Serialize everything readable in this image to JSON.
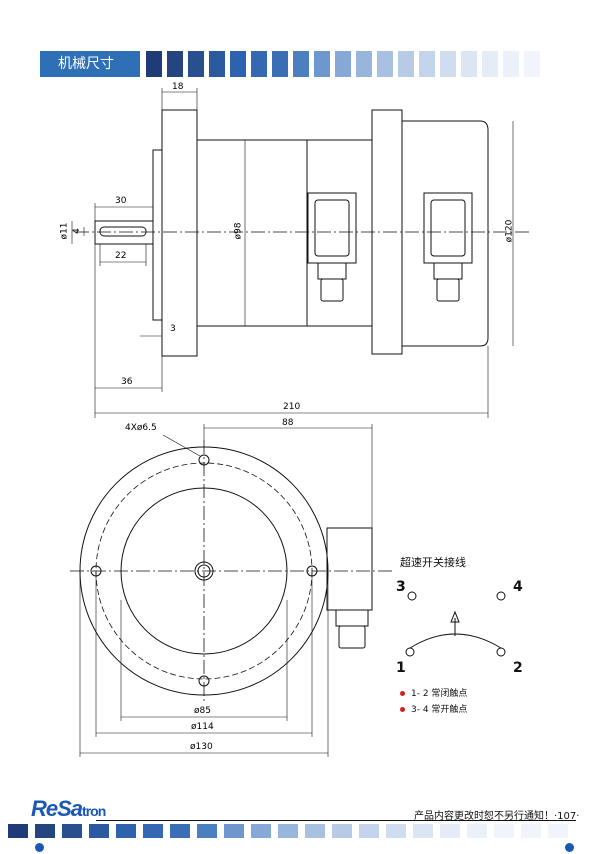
{
  "header": {
    "section_title": "机械尺寸"
  },
  "side_view": {
    "dims": {
      "flange_thickness": "18",
      "shaft_keyway": "30",
      "shaft_diameter": "ø11",
      "key_width": "4",
      "key_length": "22",
      "body_diameter": "ø98",
      "cover_diameter": "ø120",
      "step": "3",
      "shaft_length": "36",
      "overall_length": "210"
    }
  },
  "front_view": {
    "dims": {
      "holes": "4Xø6.5",
      "connector_offset": "88",
      "pilot": "ø85",
      "bolt_circle": "ø114",
      "outer": "ø130"
    }
  },
  "wiring": {
    "title": "超速开关接线",
    "terminals": [
      "3",
      "4",
      "1",
      "2"
    ],
    "legend": [
      {
        "text": "1- 2 常闭触点"
      },
      {
        "text": "3- 4 常开触点"
      }
    ]
  },
  "footer": {
    "logo_main": "ReSa",
    "logo_tail": "tron",
    "note": "产品内容更改时恕不另行通知！",
    "page": "·107·"
  },
  "colors": {
    "accent": "#2f6fb6",
    "dark": "#1f3c78",
    "light": "#b7c8e8",
    "legend_dot": "#d21f1f"
  }
}
